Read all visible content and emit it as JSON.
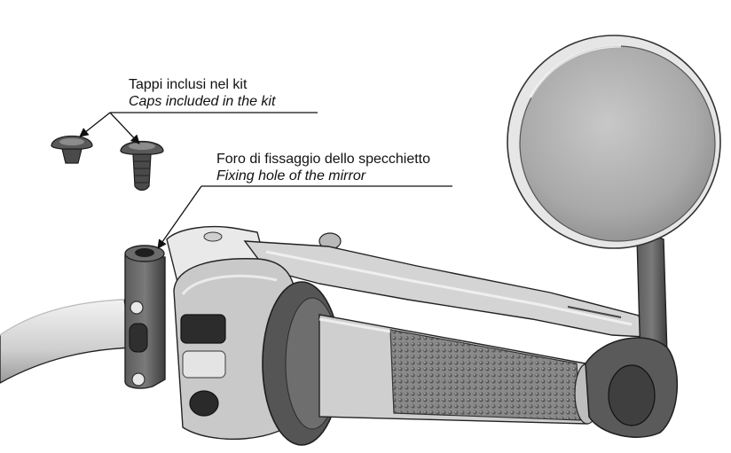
{
  "callouts": {
    "caps": {
      "italian": "Tappi inclusi nel kit",
      "english": "Caps included in the kit"
    },
    "fixing_hole": {
      "italian": "Foro di fissaggio dello specchietto",
      "english": "Fixing hole of the mirror"
    }
  }
}
